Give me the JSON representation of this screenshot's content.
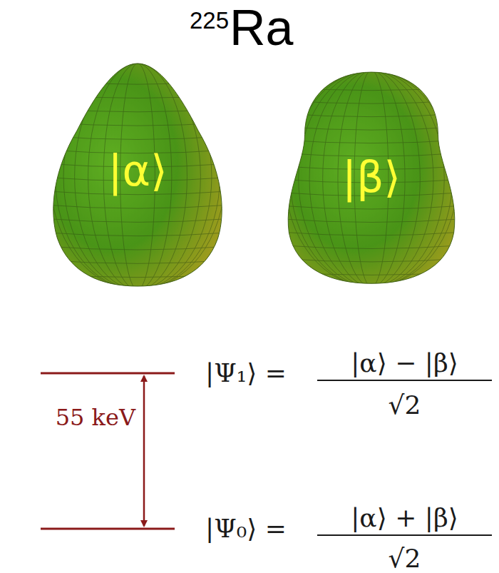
{
  "diagram": {
    "nodes": [
      {
        "text": [
          "|α⟩"
        ]
      },
      {
        "text": [
          "|β⟩"
        ]
      }
    ],
    "labels": [
      "225",
      "Ra",
      "55 keV",
      "|Ψ₁⟩ =",
      "|α⟩ − |β⟩",
      "√2",
      "|Ψ₀⟩ =",
      "|α⟩ + |β⟩",
      "√2"
    ]
  }
}
